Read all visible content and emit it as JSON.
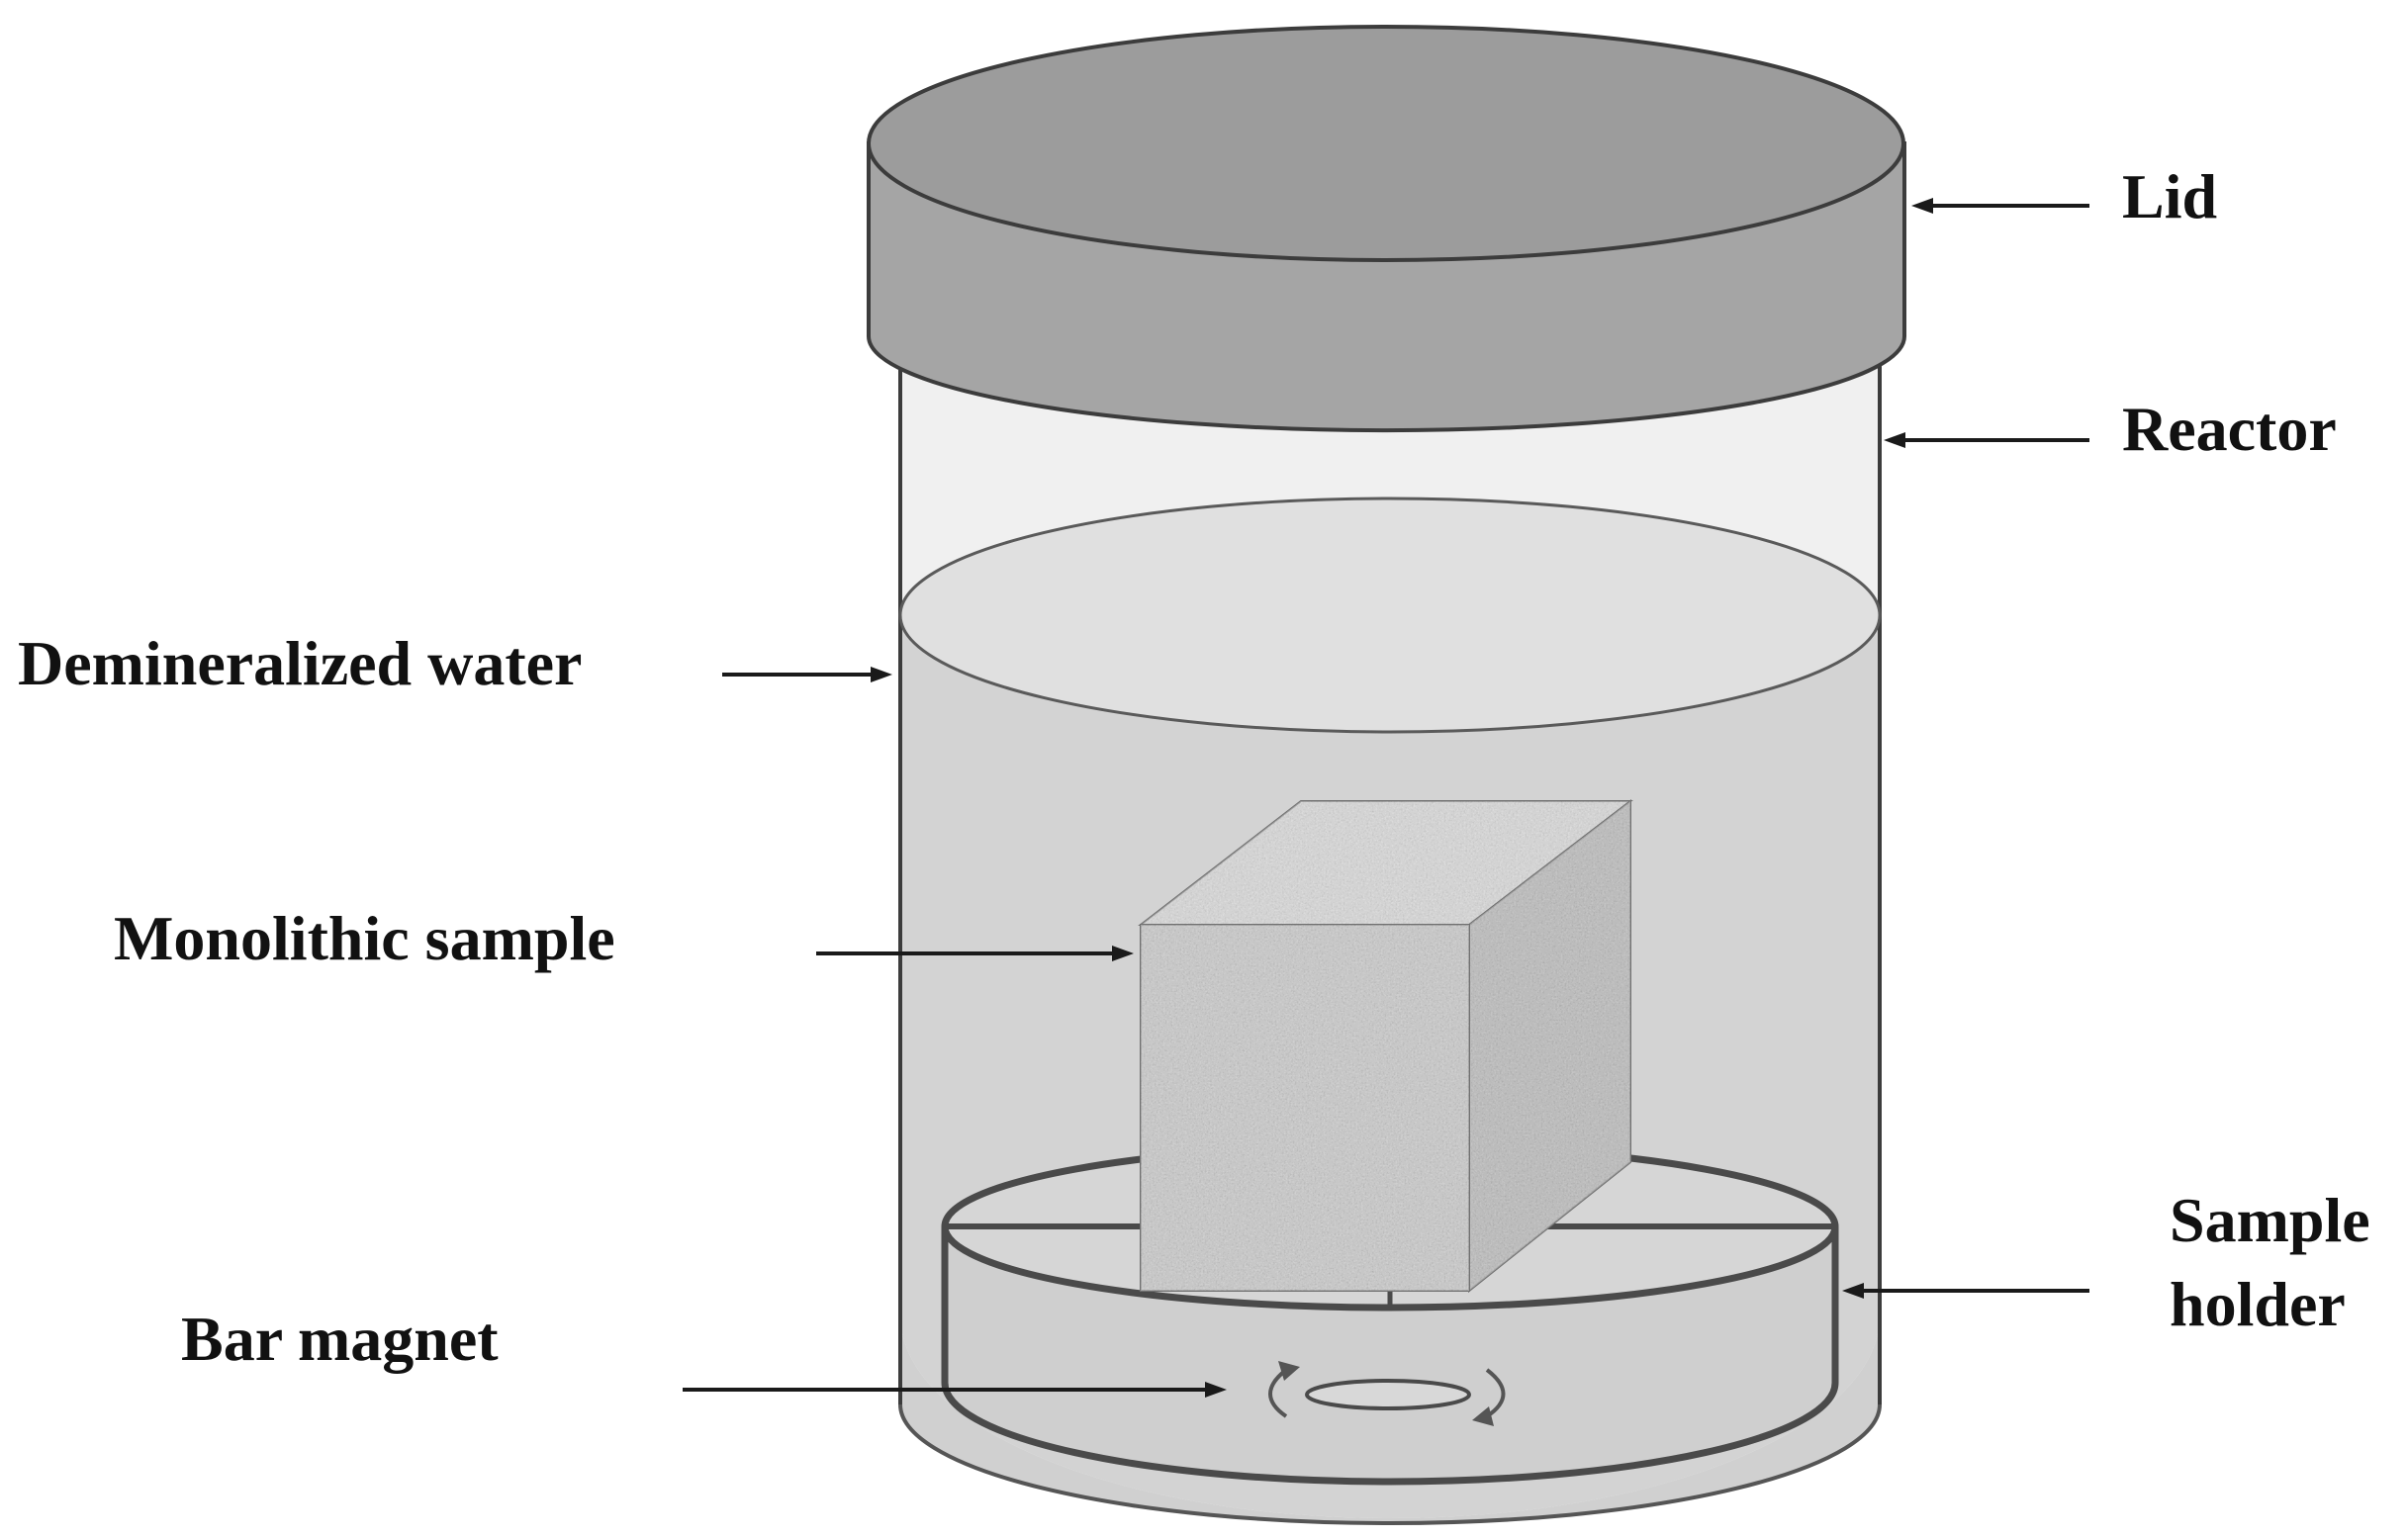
{
  "labels": {
    "lid": "Lid",
    "reactor": "Reactor",
    "water": "Demineralized water",
    "sample": "Monolithic sample",
    "holder_line1": "Sample",
    "holder_line2": "holder",
    "magnet": "Bar magnet"
  },
  "colors": {
    "lid_side": "#a5a5a5",
    "lid_top": "#9c9c9c",
    "water": "#d3d3d3",
    "water_surface": "#e0e0e0",
    "reactor_air": "#f0f0f0",
    "sample_front": "#b4b4b4",
    "sample_top": "#cecece",
    "sample_side": "#a3a3a3",
    "outline": "#3c3c3c"
  }
}
